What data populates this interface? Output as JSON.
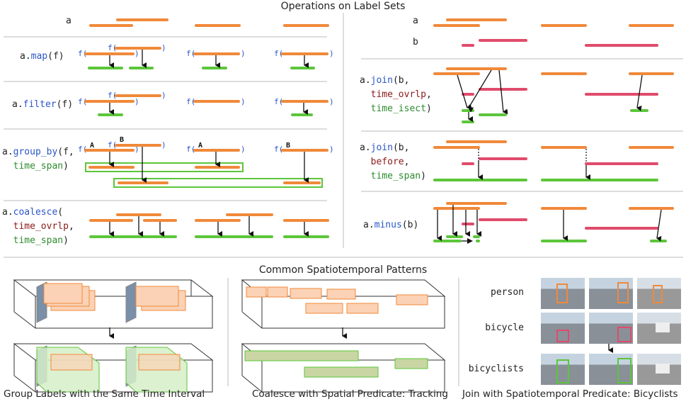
{
  "titles": {
    "top": "Operations on Label Sets",
    "bottom": "Common Spatiotemporal Patterns"
  },
  "left_ops": {
    "row_a": "a",
    "map": {
      "obj": "a.",
      "fn": "map",
      "rest": "(f)"
    },
    "filter": {
      "obj": "a.",
      "fn": "filter",
      "rest": "(f)"
    },
    "group_by": {
      "obj": "a.",
      "fn": "group_by",
      "open": "(f,",
      "arg2": "time_span",
      "close": ")"
    },
    "coalesce": {
      "obj": "a.",
      "fn": "coalesce",
      "open": "(",
      "arg1": "time_ovrlp",
      "comma": ",",
      "arg2": "time_span",
      "close": ")"
    }
  },
  "right_ops": {
    "row_a": "a",
    "row_b": "b",
    "join1": {
      "obj": "a.",
      "fn": "join",
      "open": "(b,",
      "arg1": "time_ovrlp",
      "comma": ",",
      "arg2": "time_isect",
      "close": ")"
    },
    "join2": {
      "obj": "a.",
      "fn": "join",
      "open": "(b,",
      "arg1": "before",
      "comma": ",",
      "arg2": "time_span",
      "close": ")"
    },
    "minus": {
      "obj": "a.",
      "fn": "minus",
      "rest": "(b)"
    }
  },
  "glyphs": {
    "f_open": "f(",
    "close_paren": ")",
    "label_A": "A",
    "label_B": "B"
  },
  "patterns": {
    "group": "Group Labels with the Same Time Interval",
    "coalesce": "Coalesce with Spatial Predicate: Tracking",
    "join": "Join with Spatiotemporal Predicate: Bicyclists",
    "rows": [
      "person",
      "bicycle",
      "bicyclists"
    ]
  },
  "colors": {
    "orange": "#f0893a",
    "pink": "#e04b6b",
    "green": "#5cc63a",
    "blue": "#2a56c6",
    "darkred": "#8b1a1a"
  }
}
